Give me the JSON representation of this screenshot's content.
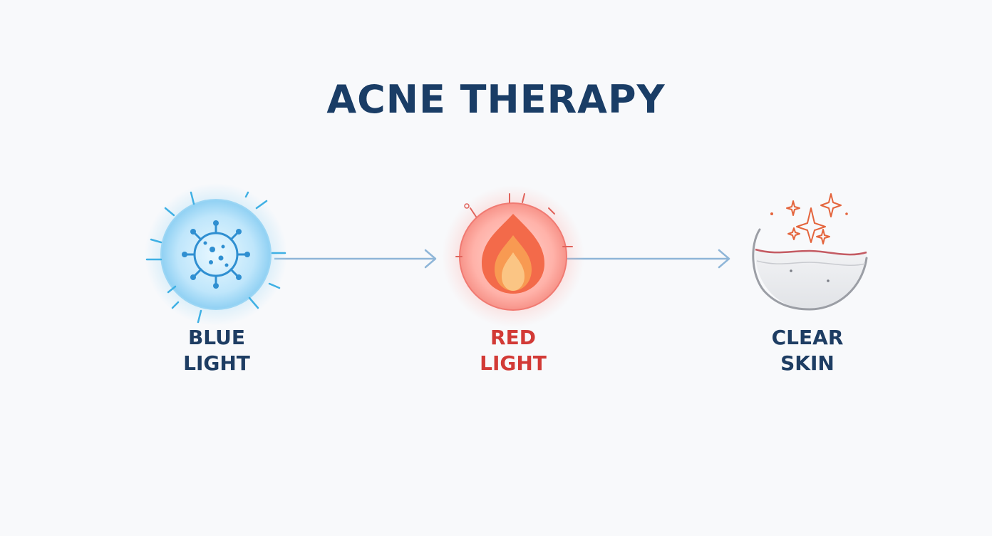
{
  "title": "ACNE THERAPY",
  "steps": [
    {
      "line1": "BLUE",
      "line2": "LIGHT",
      "icon": "bacteria-icon",
      "color": "#3aa0e0"
    },
    {
      "line1": "RED",
      "line2": "LIGHT",
      "icon": "flame-icon",
      "color": "#f05a55"
    },
    {
      "line1": "CLEAR",
      "line2": "SKIN",
      "icon": "clear-skin-icon",
      "color": "#e4643c"
    }
  ],
  "colors": {
    "title": "#1a3d66",
    "label_dark": "#1e3d63",
    "label_red": "#d23a36",
    "arrow": "#8fb6d8"
  }
}
